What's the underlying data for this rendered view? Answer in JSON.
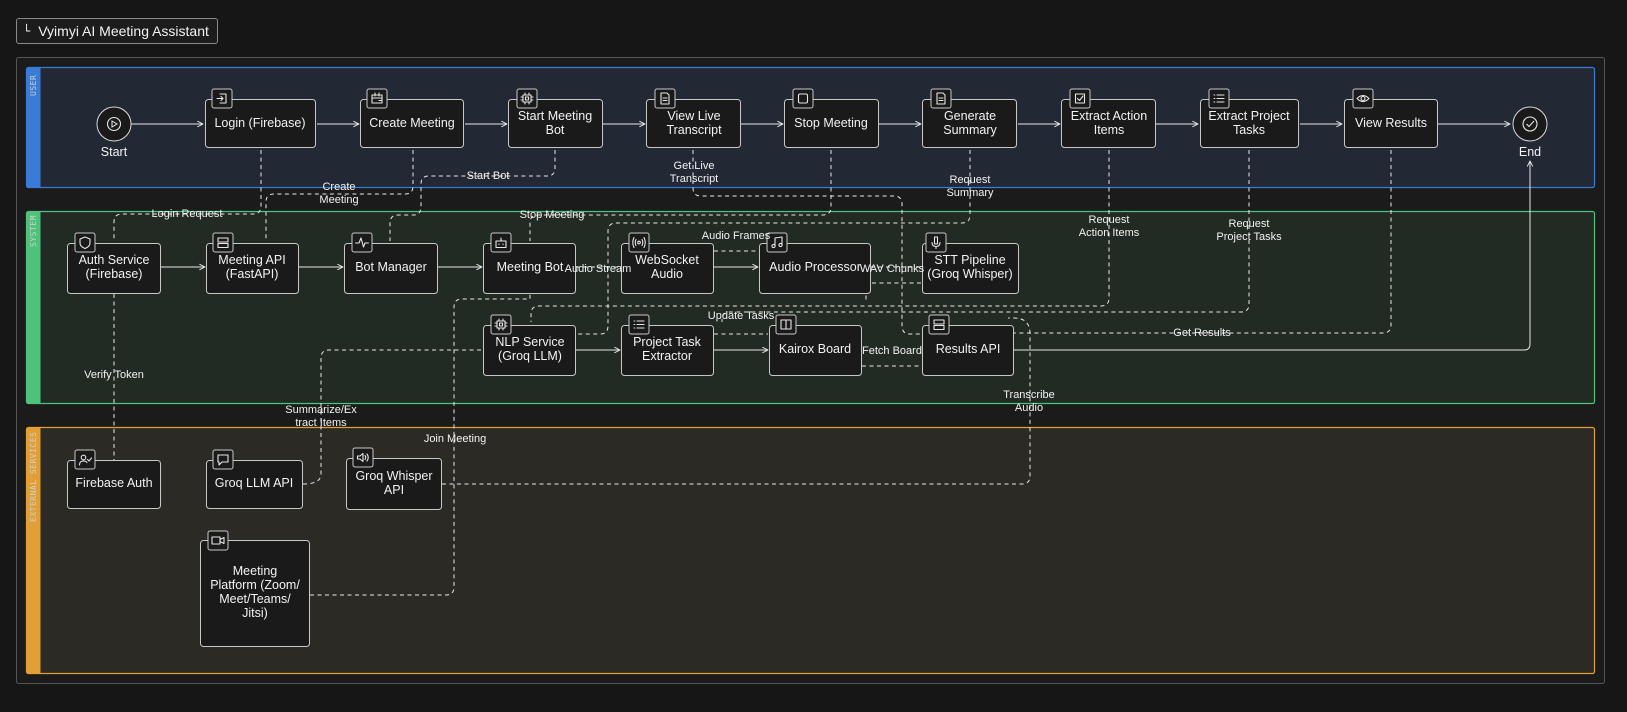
{
  "title": "Vyimyi AI Meeting Assistant",
  "colors": {
    "background": "#161616",
    "user_lane": "#3a7bd5",
    "system_lane": "#4ec27a",
    "external_lane": "#e0a035"
  },
  "lanes": {
    "user": "USER",
    "system": "SYSTEM",
    "external": "EXTERNAL SERVICES"
  },
  "nodes": {
    "start": "Start",
    "end": "End",
    "login": "Login (Firebase)",
    "create_meeting": "Create Meeting",
    "start_bot": [
      "Start Meeting",
      "Bot"
    ],
    "view_live": [
      "View Live",
      "Transcript"
    ],
    "stop_meeting": "Stop Meeting",
    "generate_summary": [
      "Generate",
      "Summary"
    ],
    "extract_action": [
      "Extract Action",
      "Items"
    ],
    "extract_project": [
      "Extract Project",
      "Tasks"
    ],
    "view_results": "View Results",
    "auth_service": [
      "Auth Service",
      "(Firebase)"
    ],
    "meeting_api": [
      "Meeting API",
      "(FastAPI)"
    ],
    "bot_manager": "Bot Manager",
    "meeting_bot": "Meeting Bot",
    "websocket_audio": [
      "WebSocket",
      "Audio"
    ],
    "audio_processor": "Audio Processor",
    "stt_pipeline": [
      "STT Pipeline",
      "(Groq Whisper)"
    ],
    "nlp_service": [
      "NLP Service",
      "(Groq LLM)"
    ],
    "project_task_extractor": [
      "Project Task",
      "Extractor"
    ],
    "kairox_board": "Kairox Board",
    "results_api": "Results API",
    "firebase_auth": "Firebase Auth",
    "groq_llm_api": "Groq LLM API",
    "groq_whisper_api": [
      "Groq Whisper",
      "API"
    ],
    "meeting_platform": [
      "Meeting",
      "Platform (Zoom/",
      "Meet/Teams/",
      "Jitsi)"
    ]
  },
  "edge_labels": {
    "login_request": "Login Request",
    "create_meeting": [
      "Create",
      "Meeting"
    ],
    "start_bot": "Start Bot",
    "get_live_transcript": [
      "Get Live",
      "Transcript"
    ],
    "stop_meeting": "Stop Meeting",
    "request_summary": [
      "Request",
      "Summary"
    ],
    "request_action_items": [
      "Request",
      "Action Items"
    ],
    "request_project_tasks": [
      "Request",
      "Project Tasks"
    ],
    "audio_frames": "Audio Frames",
    "audio_stream": "Audio Stream",
    "wav_chunks": "WAV Chunks",
    "update_tasks": "Update Tasks",
    "get_results": "Get Results",
    "fetch_board": "Fetch Board",
    "verify_token": "Verify Token",
    "summarize_extract": [
      "Summarize/Ex",
      "tract Items"
    ],
    "join_meeting": "Join Meeting",
    "transcribe_audio": [
      "Transcribe",
      "Audio"
    ]
  }
}
